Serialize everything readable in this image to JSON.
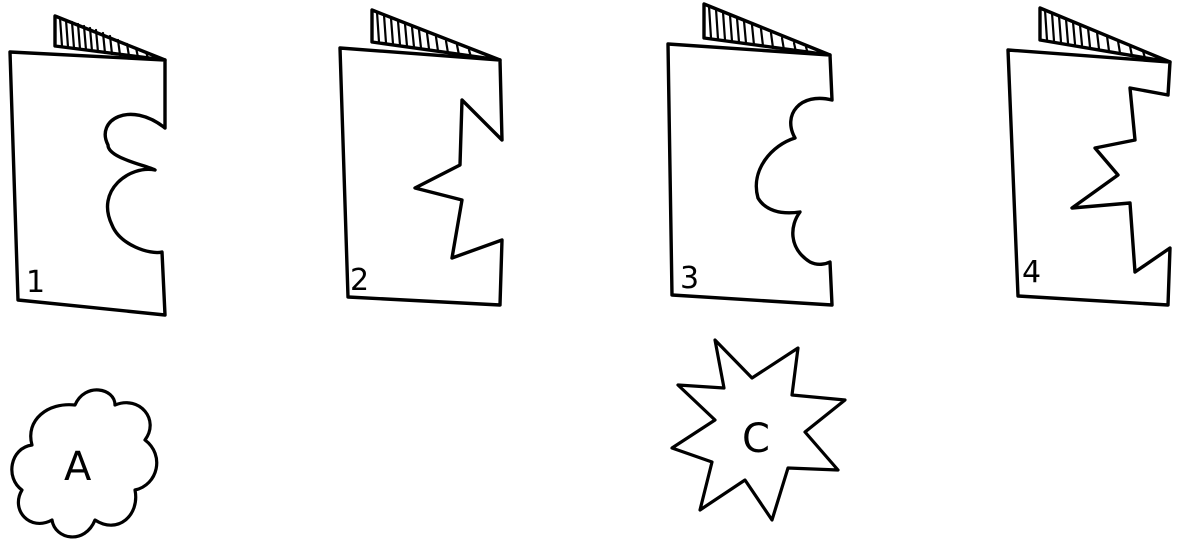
{
  "folded_papers": [
    {
      "label": "1",
      "cut_shape": "scallop-half"
    },
    {
      "label": "2",
      "cut_shape": "zigzag-half"
    },
    {
      "label": "3",
      "cut_shape": "scallop-half"
    },
    {
      "label": "4",
      "cut_shape": "zigzag-half"
    }
  ],
  "cutout_shapes": [
    {
      "label": "A",
      "shape": "flower"
    },
    {
      "label": "C",
      "shape": "star"
    }
  ],
  "colors": {
    "ink": "#000000",
    "background": "#ffffff"
  }
}
